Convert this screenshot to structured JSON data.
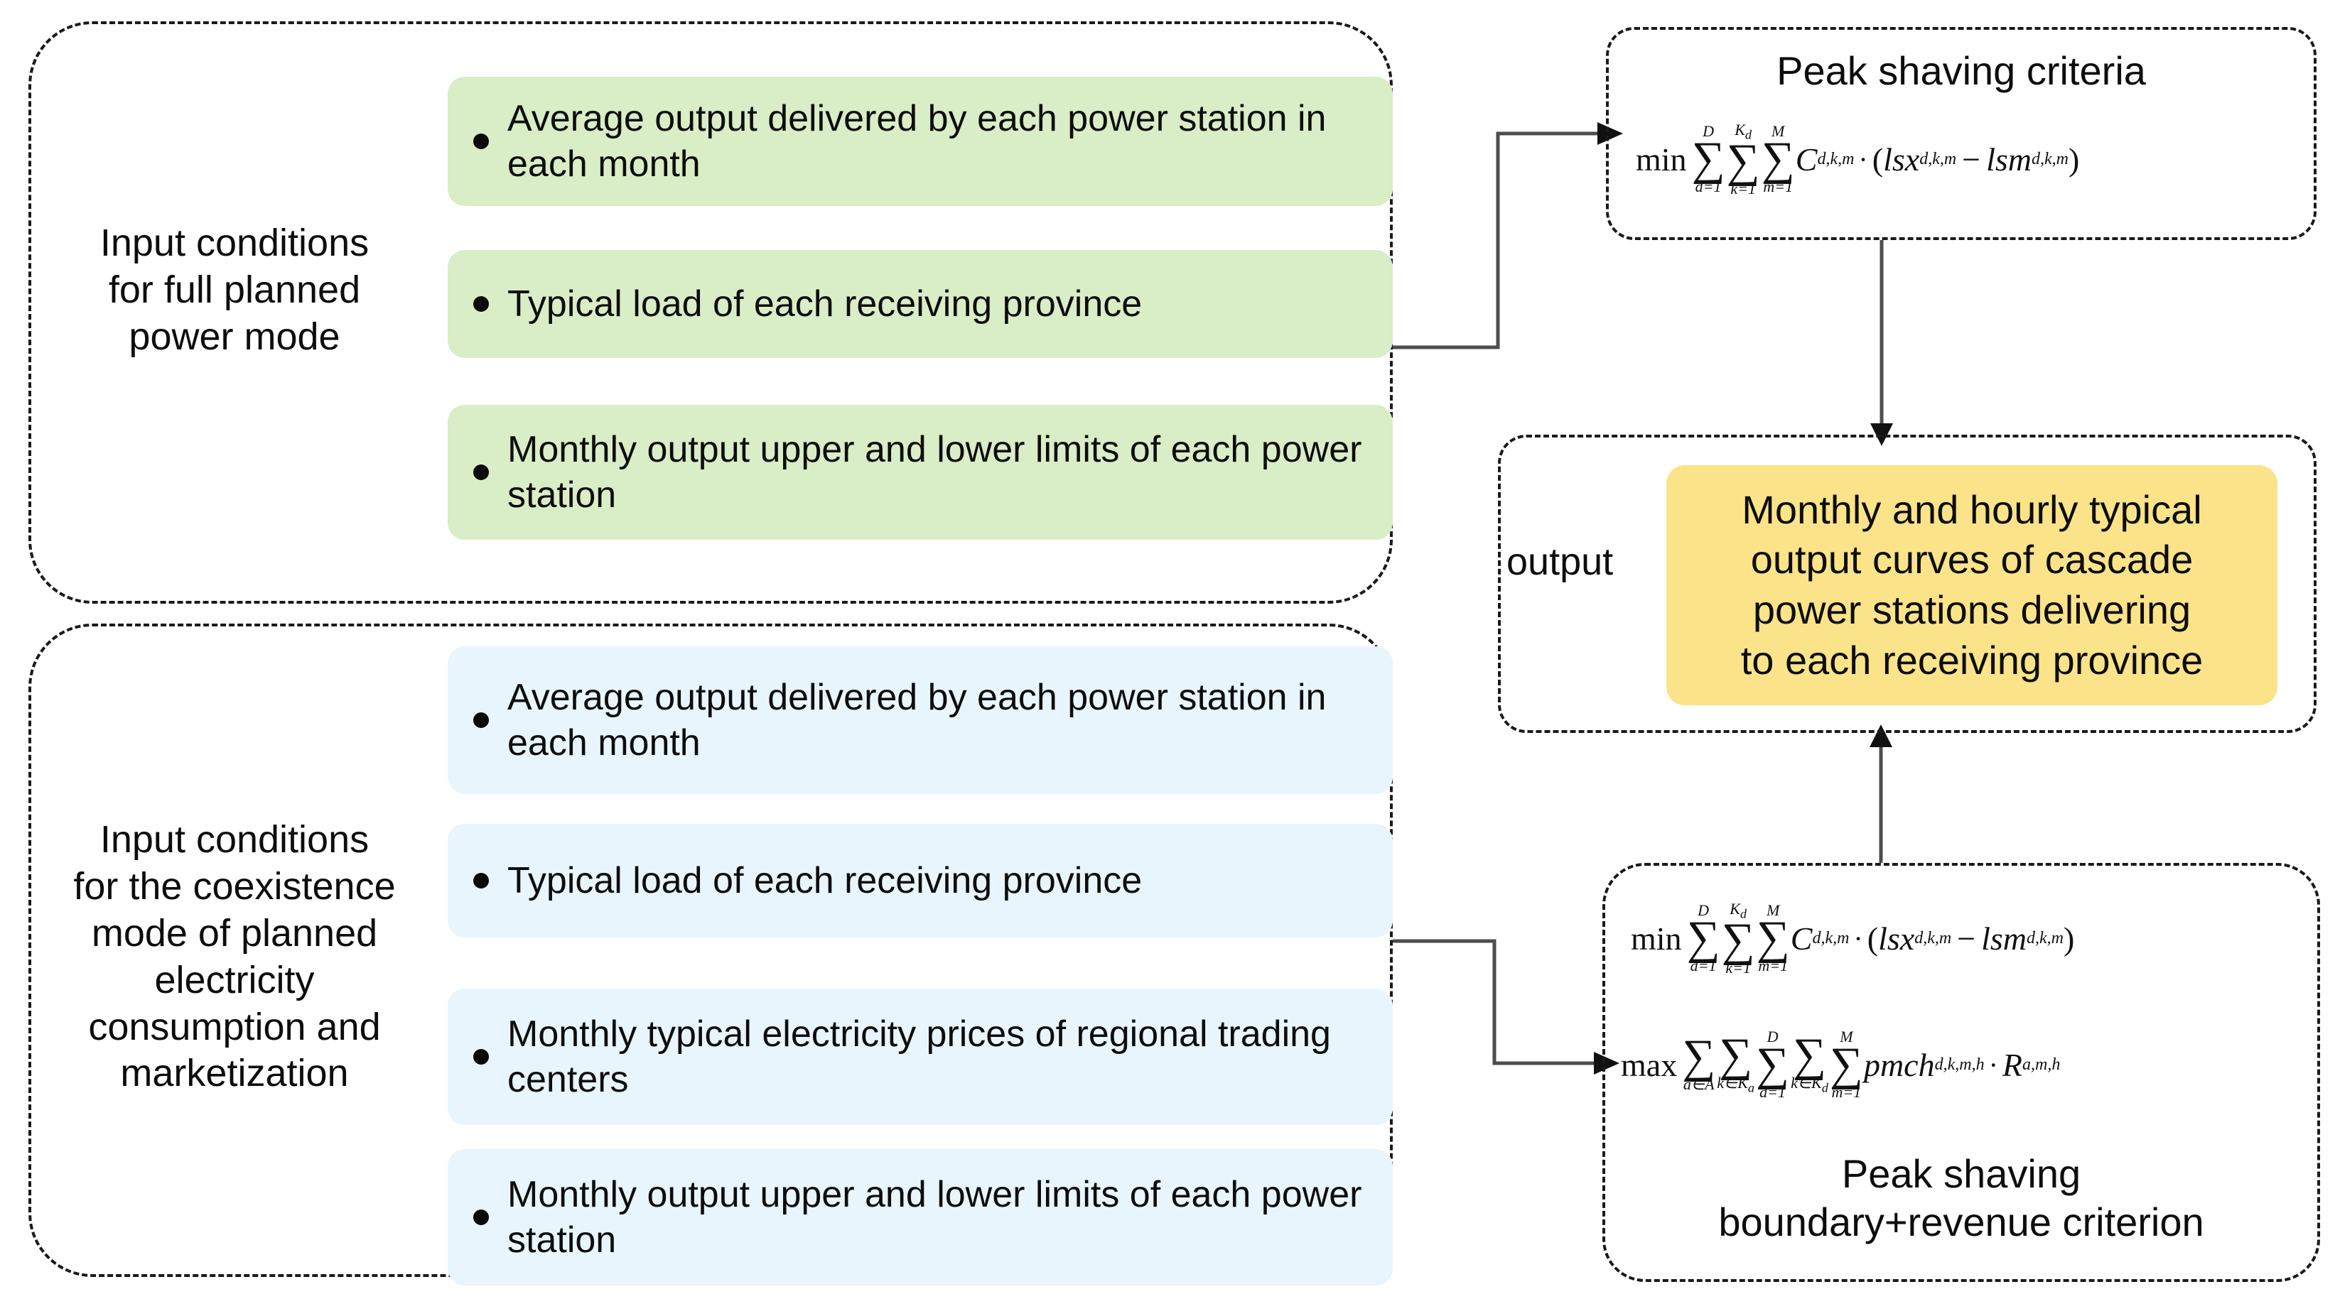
{
  "diagram": {
    "title_hidden": "",
    "colors": {
      "green_card": "#d9edc6",
      "blue_card": "#e8f5fd",
      "yellow_card": "#fbe389",
      "dashed_border": "#1a1a1a",
      "connector": "#4d4d4d",
      "text": "#0d0d0d"
    }
  },
  "planned_group": {
    "label": "Input conditions\nfor full planned\npower mode",
    "items": [
      {
        "text": "Average output delivered by each power station in each month"
      },
      {
        "text": "Typical load of each receiving province"
      },
      {
        "text": "Monthly output upper and lower limits of each power station"
      }
    ]
  },
  "coexistence_group": {
    "label": "Input conditions\nfor the coexistence\nmode of planned\nelectricity\nconsumption and\nmarketization",
    "items": [
      {
        "text": "Average output delivered by each power station in each month"
      },
      {
        "text": "Typical load of each receiving province"
      },
      {
        "text": "Monthly typical electricity prices of regional trading centers"
      },
      {
        "text": "Monthly output upper and lower limits of each power station"
      }
    ]
  },
  "criteria_box": {
    "title": "Peak shaving criteria",
    "formula_plain": "min ∑(d=1..D) ∑(k=1..K_d) ∑(m=1..M) C_{d,k,m} · ( lsx_{d,k,m} − lsm_{d,k,m} )",
    "formula": {
      "op": "min",
      "sums": [
        {
          "upper": "D",
          "lower": "d=1"
        },
        {
          "upper": "K",
          "upper_sub": "d",
          "lower": "k=1"
        },
        {
          "upper": "M",
          "lower": "m=1"
        }
      ],
      "body_coef": "C",
      "body_coef_sub": "d,k,m",
      "dot": "·",
      "open": "(",
      "term1": "lsx",
      "term1_sub": "d,k,m",
      "minus": "−",
      "term2": "lsm",
      "term2_sub": "d,k,m",
      "close": ")"
    }
  },
  "output_box": {
    "side_label": "output",
    "highlight_text": "Monthly and hourly typical\noutput curves of cascade\npower stations delivering\nto each receiving province"
  },
  "boundary_box": {
    "title": "Peak shaving\nboundary+revenue criterion",
    "formula_min_plain": "min ∑(d=1..D) ∑(k=1..K_d) ∑(m=1..M) C_{d,k,m} · ( lsx_{d,k,m} − lsm_{d,k,m} )",
    "formula_max_plain": "max ∑(a∈A) ∑(k∈K_a) ∑(d=1..D) ∑(k∈K_d) ∑(m=1..M) pmch_{d,k,m,h} · R_{a,m,h}",
    "formula_min": {
      "op": "min",
      "sums": [
        {
          "upper": "D",
          "lower": "d=1"
        },
        {
          "upper": "K",
          "upper_sub": "d",
          "lower": "k=1"
        },
        {
          "upper": "M",
          "lower": "m=1"
        }
      ],
      "body_coef": "C",
      "body_coef_sub": "d,k,m",
      "dot": "·",
      "open": "(",
      "term1": "lsx",
      "term1_sub": "d,k,m",
      "minus": "−",
      "term2": "lsm",
      "term2_sub": "d,k,m",
      "close": ")"
    },
    "formula_max": {
      "op": "max",
      "sums": [
        {
          "upper": "",
          "lower": "a∈A"
        },
        {
          "upper": "",
          "lower": "k∈K",
          "lower_sub": "a"
        },
        {
          "upper": "D",
          "lower": "d=1"
        },
        {
          "upper": "",
          "lower": "k∈K",
          "lower_sub": "d"
        },
        {
          "upper": "M",
          "lower": "m=1"
        }
      ],
      "term1": "pmch",
      "term1_sub": "d,k,m,h",
      "dot": "·",
      "term2": "R",
      "term2_sub": "a,m,h"
    }
  }
}
